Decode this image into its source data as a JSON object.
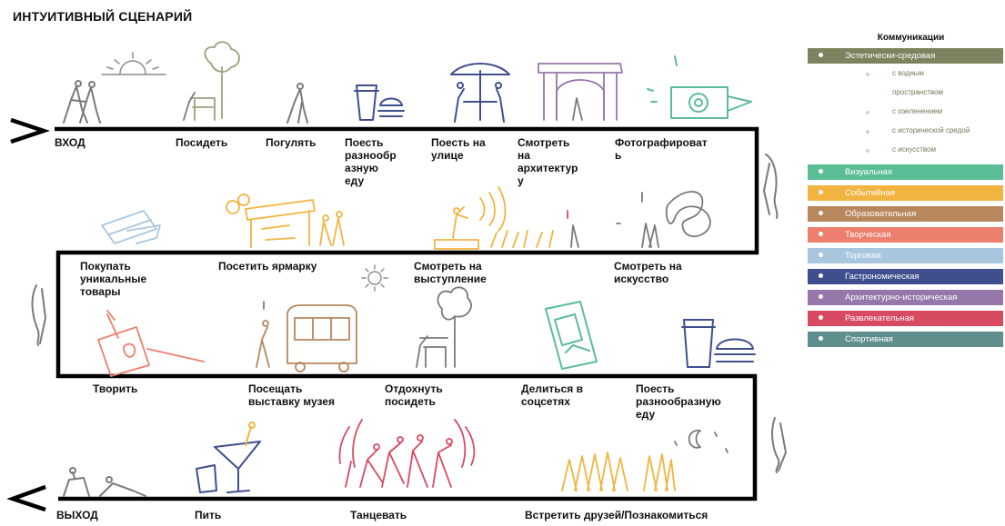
{
  "title": "ИНТУИТИВНЫЙ СЦЕНАРИЙ",
  "row1": {
    "entry": "ВХОД",
    "steps": [
      "Посидеть",
      "Погулять",
      "Поесть\nразнообр\nазную\nеду",
      "Поесть на\nулице",
      "Смотреть\nна\nархитектур\nу",
      "Фотографироват\nь"
    ]
  },
  "row2": {
    "steps": [
      "Покупать\nуникальные\nтовары",
      "Посетить ярмарку",
      "Смотреть на\nвыступление",
      "Смотреть на\nискусство"
    ]
  },
  "row3": {
    "steps": [
      "Творить",
      "Посещать\nвыставку музея",
      "Отдохнуть\nпосидеть",
      "Делиться в\nсоцсетях",
      "Поесть\nразнообразную\nеду"
    ]
  },
  "row4": {
    "exit": "ВЫХОД",
    "steps": [
      "Пить",
      "Танцевать",
      "Встретить друзей/Познакомиться"
    ]
  },
  "legend": {
    "title": "Коммуникации",
    "main": {
      "label": "Эстетически-средовая",
      "color": "#7b845f"
    },
    "subs": [
      "с водным",
      "пространством",
      "с озеленением",
      "с исторической средой",
      "с искусством"
    ],
    "items": [
      {
        "label": "Визуальная",
        "color": "#5bbd95"
      },
      {
        "label": "Событийная",
        "color": "#f2b440"
      },
      {
        "label": "Образовательная",
        "color": "#b8875e"
      },
      {
        "label": "Творческая",
        "color": "#ec7f6d"
      },
      {
        "label": "Торговая",
        "color": "#a9c6df"
      },
      {
        "label": "Гастрономическая",
        "color": "#3f4f8e"
      },
      {
        "label": "Архитектурно-историческая",
        "color": "#9677a9"
      },
      {
        "label": "Развлекательная",
        "color": "#d84a62"
      },
      {
        "label": "Спортивная",
        "color": "#5f8f8d"
      }
    ]
  }
}
